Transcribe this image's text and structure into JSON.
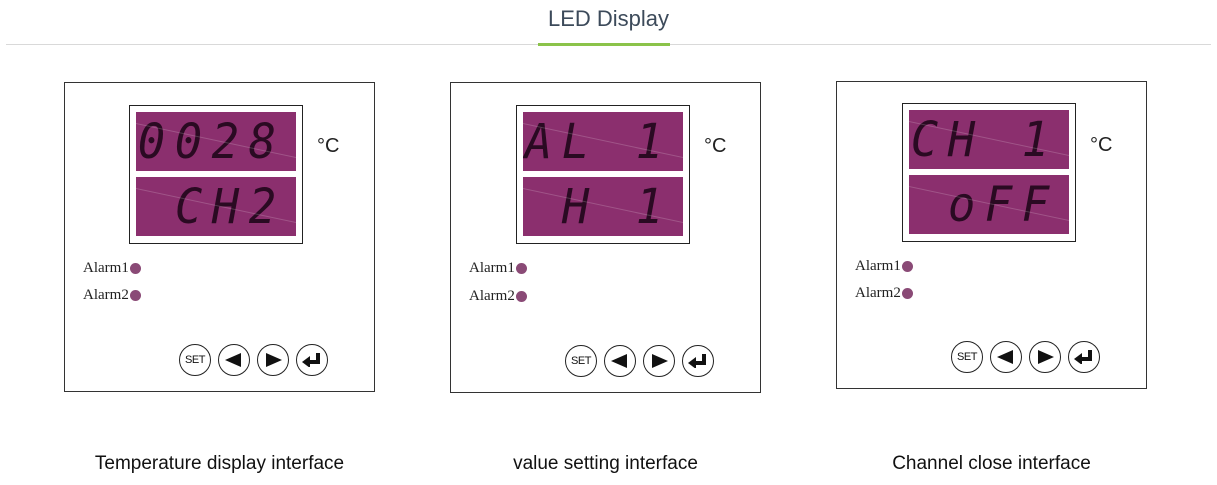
{
  "header": {
    "title": "LED Display"
  },
  "panels": [
    {
      "display": {
        "top_text": "0028",
        "bottom_text": "CH2",
        "unit": "°C"
      },
      "alarms": [
        {
          "label": "Alarm1"
        },
        {
          "label": "Alarm2"
        }
      ],
      "buttons": {
        "set_label": "SET",
        "left": "◄",
        "right": "►",
        "enter": "↵"
      },
      "caption": "Temperature display interface"
    },
    {
      "display": {
        "top_text": "AL 1",
        "bottom_text": "H 1",
        "unit": "°C"
      },
      "alarms": [
        {
          "label": "Alarm1"
        },
        {
          "label": "Alarm2"
        }
      ],
      "buttons": {
        "set_label": "SET",
        "left": "◄",
        "right": "►",
        "enter": "↵"
      },
      "caption": "value setting interface"
    },
    {
      "display": {
        "top_text": "CH 1",
        "bottom_text": "oFF",
        "unit": "°C"
      },
      "alarms": [
        {
          "label": "Alarm1"
        },
        {
          "label": "Alarm2"
        }
      ],
      "buttons": {
        "set_label": "SET",
        "left": "◄",
        "right": "►",
        "enter": "↵"
      },
      "caption": "Channel close interface"
    }
  ],
  "colors": {
    "lcd": "#8b2f6e",
    "alarm_dot": "#8a4a76",
    "accent": "#8bc34a"
  }
}
